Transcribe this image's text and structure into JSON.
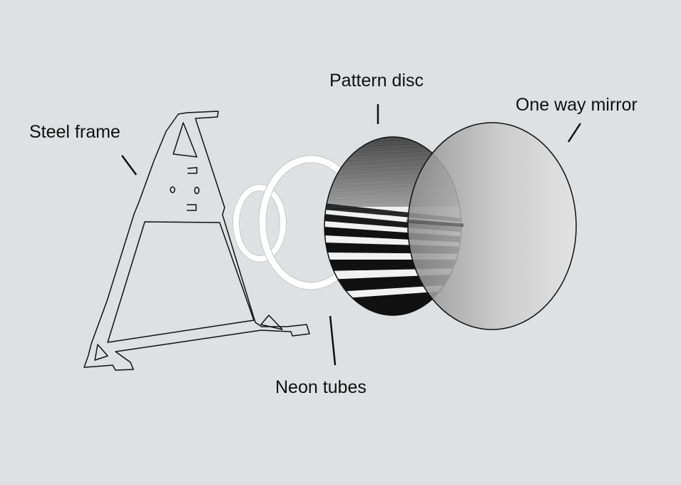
{
  "labels": {
    "pattern_disc": "Pattern disc",
    "one_way_mirror": "One way mirror",
    "steel_frame": "Steel frame",
    "neon_tubes": "Neon tubes"
  },
  "colors": {
    "background": "#dfe0e1",
    "ink": "#111111",
    "tube": "#ffffff"
  }
}
